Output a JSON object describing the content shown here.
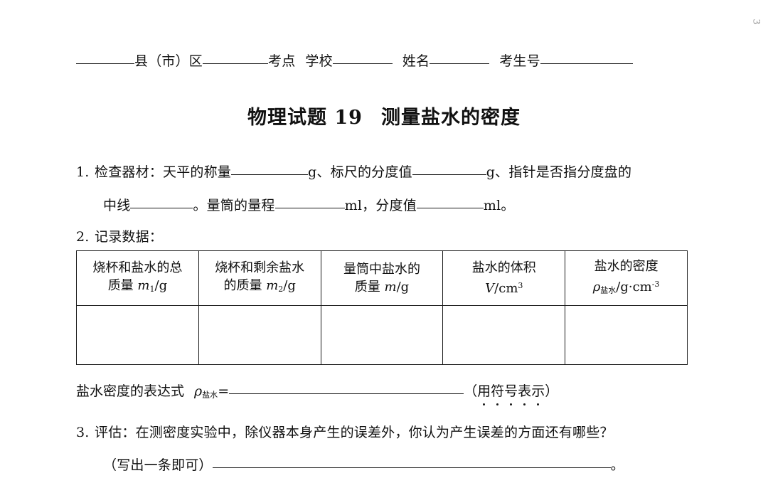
{
  "page": {
    "page_number": "3",
    "background_color": "#ffffff",
    "text_color": "#111111"
  },
  "exam_header": {
    "county_label": "县（市）区",
    "site_label": "考点",
    "school_label": "学校",
    "name_label": "姓名",
    "student_id_label": "考生号"
  },
  "title": {
    "prefix": "物理试题 19",
    "subject": "测量盐水的密度"
  },
  "questions": [
    {
      "number": "1.",
      "line1_part1": "检查器材：天平的称量",
      "line1_unit1": "g、标尺的分度值",
      "line1_unit2": "g、指针是否指分度盘的",
      "line2_part1": "中线",
      "line2_part2": "。量筒的量程",
      "line2_unit1": "ml，分度值",
      "line2_unit2": "ml。"
    },
    {
      "number": "2.",
      "text": "记录数据："
    },
    {
      "number": "3.",
      "text": "评估：在测密度实验中，除仪器本身产生的误差外，你认为产生误差的方面还有哪些？",
      "hint": "（写出一条即可）",
      "end_punct": "。"
    }
  ],
  "table": {
    "columns": [
      {
        "line1": "烧杯和盐水的总",
        "line2_cn": "质量 ",
        "symbol": "m",
        "sub": "1",
        "unit": "/g"
      },
      {
        "line1": "烧杯和剩余盐水",
        "line2_cn": "的质量 ",
        "symbol": "m",
        "sub": "2",
        "unit": "/g"
      },
      {
        "line1": "量筒中盐水的",
        "line2_cn": "质量 ",
        "symbol": "m",
        "sub": "",
        "unit": "/g"
      },
      {
        "line1": "盐水的体积",
        "line2_cn": "",
        "symbol": "V",
        "sub": "",
        "unit": "/cm",
        "sup": "3"
      },
      {
        "line1": "盐水的密度",
        "line2_cn": "",
        "symbol": "ρ",
        "sub_cn": "盐水",
        "unit": "/g·cm",
        "sup": "-3"
      }
    ],
    "data_row": [
      "",
      "",
      "",
      "",
      ""
    ]
  },
  "expression": {
    "label": "盐水密度的表达式",
    "symbol": "ρ",
    "symbol_sub": "盐水",
    "equals": "=",
    "note_open": "（",
    "note_text": "用符号表示",
    "note_close": "）"
  }
}
